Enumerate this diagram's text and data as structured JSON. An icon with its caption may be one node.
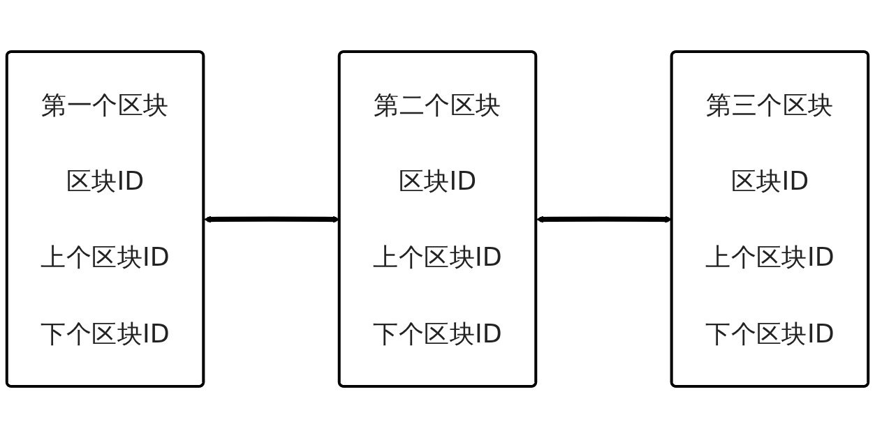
{
  "diagram": {
    "nodes": [
      {
        "text": [
          "第一个区块",
          "区块ID",
          "上个区块ID",
          "下个区块ID"
        ]
      },
      {
        "text": [
          "第二个区块",
          "区块ID",
          "上个区块ID",
          "下个区块ID"
        ]
      },
      {
        "text": [
          "第三个区块",
          "区块ID",
          "上个区块ID",
          "下个区块ID"
        ]
      }
    ],
    "edges": [
      {
        "from": 0,
        "to": 1,
        "arrow": "both"
      },
      {
        "from": 1,
        "to": 2,
        "arrow": "both"
      }
    ]
  }
}
